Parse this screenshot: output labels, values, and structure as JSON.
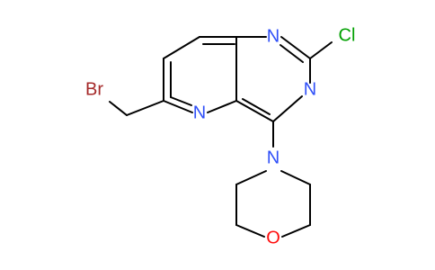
{
  "molecule": {
    "atoms": {
      "br": {
        "symbol": "Br",
        "color": "#a52a2a"
      },
      "cl": {
        "symbol": "Cl",
        "color": "#00a000"
      },
      "n_pyr_top": {
        "symbol": "N",
        "color": "#3050f8"
      },
      "n_pyr_mid": {
        "symbol": "N",
        "color": "#3050f8"
      },
      "n_pyridine": {
        "symbol": "N",
        "color": "#3050f8"
      },
      "n_morpholine": {
        "symbol": "N",
        "color": "#3050f8"
      },
      "o_morpholine": {
        "symbol": "O",
        "color": "#ff0d0d"
      }
    },
    "bond_color": "#000000"
  }
}
